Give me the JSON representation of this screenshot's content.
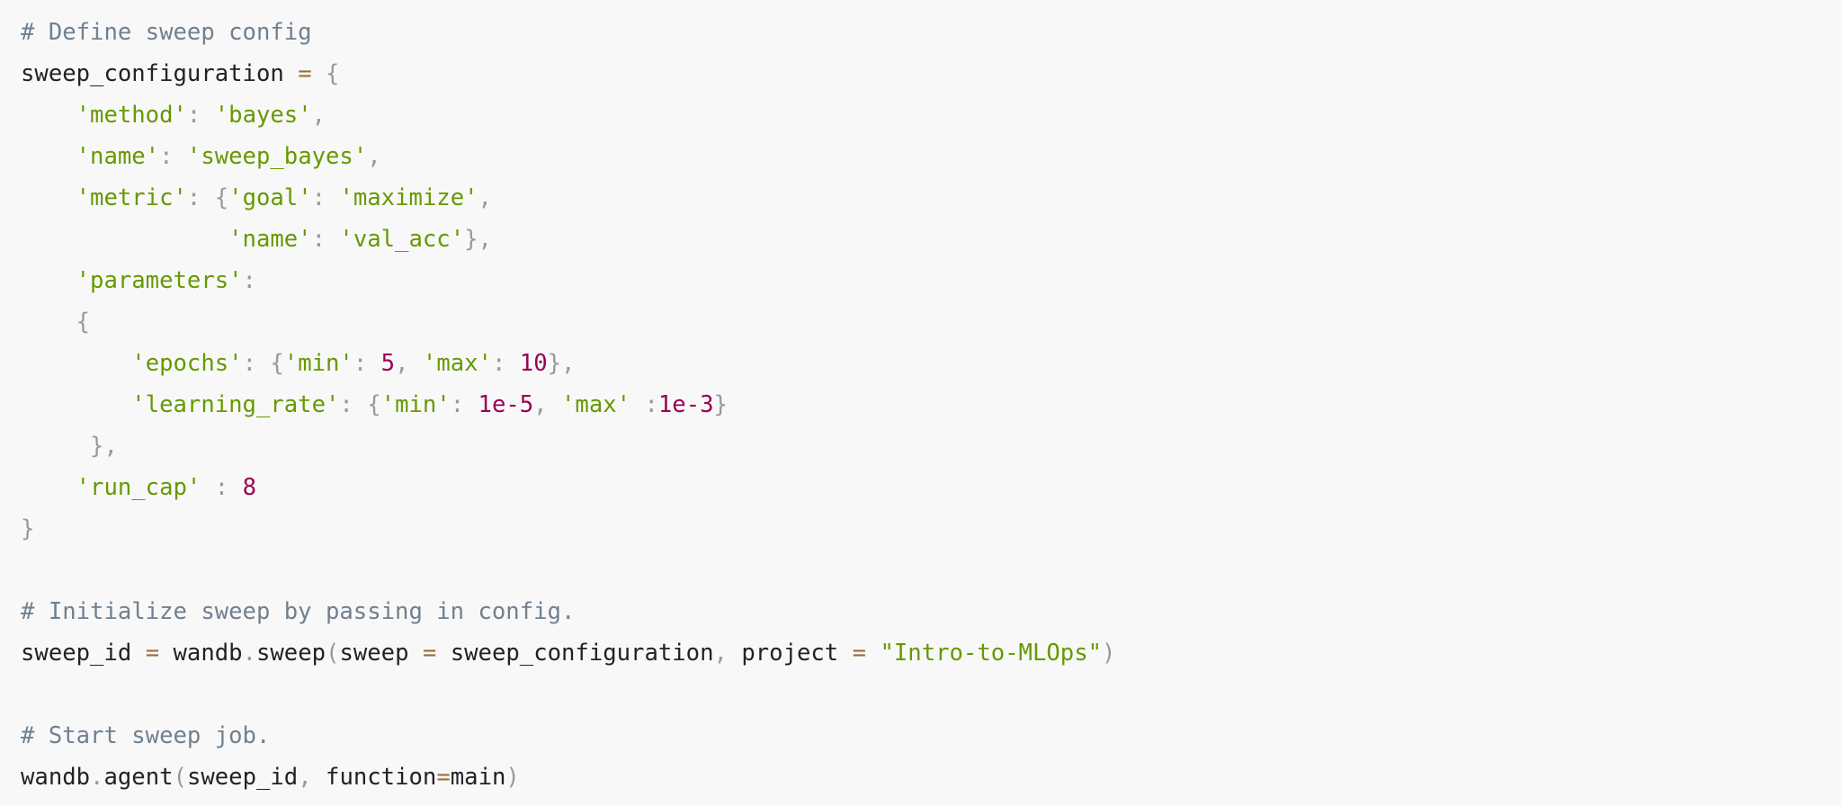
{
  "code_block": {
    "language": "python",
    "colors": {
      "comment": "#708090",
      "string": "#669900",
      "number": "#990055",
      "operator": "#9a6e3a",
      "punctuation": "#999999",
      "plain": "#222222",
      "background": "#f8f8f8"
    },
    "lines": [
      [
        {
          "t": "comment",
          "v": "# Define sweep config"
        }
      ],
      [
        {
          "t": "plain",
          "v": "sweep_configuration "
        },
        {
          "t": "operator",
          "v": "="
        },
        {
          "t": "plain",
          "v": " "
        },
        {
          "t": "punct",
          "v": "{"
        }
      ],
      [
        {
          "t": "plain",
          "v": "    "
        },
        {
          "t": "string",
          "v": "'method'"
        },
        {
          "t": "punct",
          "v": ": "
        },
        {
          "t": "string",
          "v": "'bayes'"
        },
        {
          "t": "punct",
          "v": ","
        }
      ],
      [
        {
          "t": "plain",
          "v": "    "
        },
        {
          "t": "string",
          "v": "'name'"
        },
        {
          "t": "punct",
          "v": ": "
        },
        {
          "t": "string",
          "v": "'sweep_bayes'"
        },
        {
          "t": "punct",
          "v": ","
        }
      ],
      [
        {
          "t": "plain",
          "v": "    "
        },
        {
          "t": "string",
          "v": "'metric'"
        },
        {
          "t": "punct",
          "v": ": {"
        },
        {
          "t": "string",
          "v": "'goal'"
        },
        {
          "t": "punct",
          "v": ": "
        },
        {
          "t": "string",
          "v": "'maximize'"
        },
        {
          "t": "punct",
          "v": ","
        }
      ],
      [
        {
          "t": "plain",
          "v": "               "
        },
        {
          "t": "string",
          "v": "'name'"
        },
        {
          "t": "punct",
          "v": ": "
        },
        {
          "t": "string",
          "v": "'val_acc'"
        },
        {
          "t": "punct",
          "v": "},"
        }
      ],
      [
        {
          "t": "plain",
          "v": "    "
        },
        {
          "t": "string",
          "v": "'parameters'"
        },
        {
          "t": "punct",
          "v": ":"
        }
      ],
      [
        {
          "t": "plain",
          "v": "    "
        },
        {
          "t": "punct",
          "v": "{"
        }
      ],
      [
        {
          "t": "plain",
          "v": "        "
        },
        {
          "t": "string",
          "v": "'epochs'"
        },
        {
          "t": "punct",
          "v": ": {"
        },
        {
          "t": "string",
          "v": "'min'"
        },
        {
          "t": "punct",
          "v": ": "
        },
        {
          "t": "number",
          "v": "5"
        },
        {
          "t": "punct",
          "v": ", "
        },
        {
          "t": "string",
          "v": "'max'"
        },
        {
          "t": "punct",
          "v": ": "
        },
        {
          "t": "number",
          "v": "10"
        },
        {
          "t": "punct",
          "v": "},"
        }
      ],
      [
        {
          "t": "plain",
          "v": "        "
        },
        {
          "t": "string",
          "v": "'learning_rate'"
        },
        {
          "t": "punct",
          "v": ": {"
        },
        {
          "t": "string",
          "v": "'min'"
        },
        {
          "t": "punct",
          "v": ": "
        },
        {
          "t": "number",
          "v": "1e-5"
        },
        {
          "t": "punct",
          "v": ", "
        },
        {
          "t": "string",
          "v": "'max'"
        },
        {
          "t": "punct",
          "v": " :"
        },
        {
          "t": "number",
          "v": "1e-3"
        },
        {
          "t": "punct",
          "v": "}"
        }
      ],
      [
        {
          "t": "plain",
          "v": "     "
        },
        {
          "t": "punct",
          "v": "},"
        }
      ],
      [
        {
          "t": "plain",
          "v": "    "
        },
        {
          "t": "string",
          "v": "'run_cap'"
        },
        {
          "t": "punct",
          "v": " : "
        },
        {
          "t": "number",
          "v": "8"
        }
      ],
      [
        {
          "t": "punct",
          "v": "}"
        }
      ],
      [],
      [
        {
          "t": "comment",
          "v": "# Initialize sweep by passing in config."
        }
      ],
      [
        {
          "t": "plain",
          "v": "sweep_id "
        },
        {
          "t": "operator",
          "v": "="
        },
        {
          "t": "plain",
          "v": " wandb"
        },
        {
          "t": "punct",
          "v": "."
        },
        {
          "t": "plain",
          "v": "sweep"
        },
        {
          "t": "punct",
          "v": "("
        },
        {
          "t": "plain",
          "v": "sweep "
        },
        {
          "t": "operator",
          "v": "="
        },
        {
          "t": "plain",
          "v": " sweep_configuration"
        },
        {
          "t": "punct",
          "v": ", "
        },
        {
          "t": "plain",
          "v": "project "
        },
        {
          "t": "operator",
          "v": "="
        },
        {
          "t": "plain",
          "v": " "
        },
        {
          "t": "string",
          "v": "\"Intro-to-MLOps\""
        },
        {
          "t": "punct",
          "v": ")"
        }
      ],
      [],
      [
        {
          "t": "comment",
          "v": "# Start sweep job."
        }
      ],
      [
        {
          "t": "plain",
          "v": "wandb"
        },
        {
          "t": "punct",
          "v": "."
        },
        {
          "t": "plain",
          "v": "agent"
        },
        {
          "t": "punct",
          "v": "("
        },
        {
          "t": "plain",
          "v": "sweep_id"
        },
        {
          "t": "punct",
          "v": ", "
        },
        {
          "t": "plain",
          "v": "function"
        },
        {
          "t": "operator",
          "v": "="
        },
        {
          "t": "plain",
          "v": "main"
        },
        {
          "t": "punct",
          "v": ")"
        }
      ]
    ]
  }
}
